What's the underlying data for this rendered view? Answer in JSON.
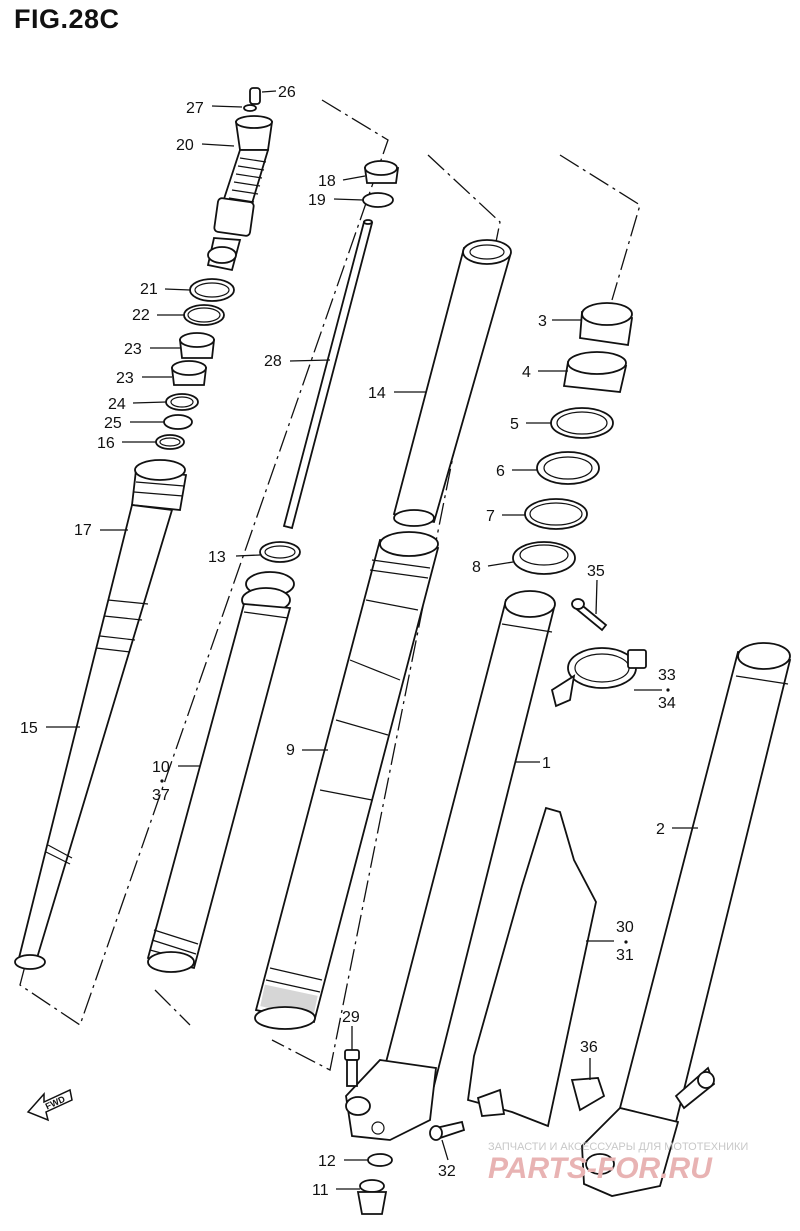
{
  "figure": {
    "title": "FIG.28C"
  },
  "callouts": [
    {
      "id": "26",
      "label": "26"
    },
    {
      "id": "27",
      "label": "27"
    },
    {
      "id": "20",
      "label": "20"
    },
    {
      "id": "18",
      "label": "18"
    },
    {
      "id": "19",
      "label": "19"
    },
    {
      "id": "21",
      "label": "21"
    },
    {
      "id": "22",
      "label": "22"
    },
    {
      "id": "23a",
      "label": "23"
    },
    {
      "id": "23b",
      "label": "23"
    },
    {
      "id": "24",
      "label": "24"
    },
    {
      "id": "25",
      "label": "25"
    },
    {
      "id": "16",
      "label": "16"
    },
    {
      "id": "28",
      "label": "28"
    },
    {
      "id": "14",
      "label": "14"
    },
    {
      "id": "3",
      "label": "3"
    },
    {
      "id": "4",
      "label": "4"
    },
    {
      "id": "5",
      "label": "5"
    },
    {
      "id": "6",
      "label": "6"
    },
    {
      "id": "7",
      "label": "7"
    },
    {
      "id": "8",
      "label": "8"
    },
    {
      "id": "35",
      "label": "35"
    },
    {
      "id": "33",
      "label": "33"
    },
    {
      "id": "34",
      "label": "34"
    },
    {
      "id": "17",
      "label": "17"
    },
    {
      "id": "13",
      "label": "13"
    },
    {
      "id": "15",
      "label": "15"
    },
    {
      "id": "10",
      "label": "10"
    },
    {
      "id": "37",
      "label": "37"
    },
    {
      "id": "9",
      "label": "9"
    },
    {
      "id": "1",
      "label": "1"
    },
    {
      "id": "2",
      "label": "2"
    },
    {
      "id": "30",
      "label": "30"
    },
    {
      "id": "31",
      "label": "31"
    },
    {
      "id": "29",
      "label": "29"
    },
    {
      "id": "36",
      "label": "36"
    },
    {
      "id": "12",
      "label": "12"
    },
    {
      "id": "11",
      "label": "11"
    },
    {
      "id": "32",
      "label": "32"
    }
  ],
  "fwd_arrow": {
    "label": "FWD"
  },
  "watermark": {
    "caption": "ЗАПЧАСТИ И АКСЕССУАРЫ ДЛЯ МОТОТЕХНИКИ",
    "logo": "PARTS-FOR.RU"
  }
}
